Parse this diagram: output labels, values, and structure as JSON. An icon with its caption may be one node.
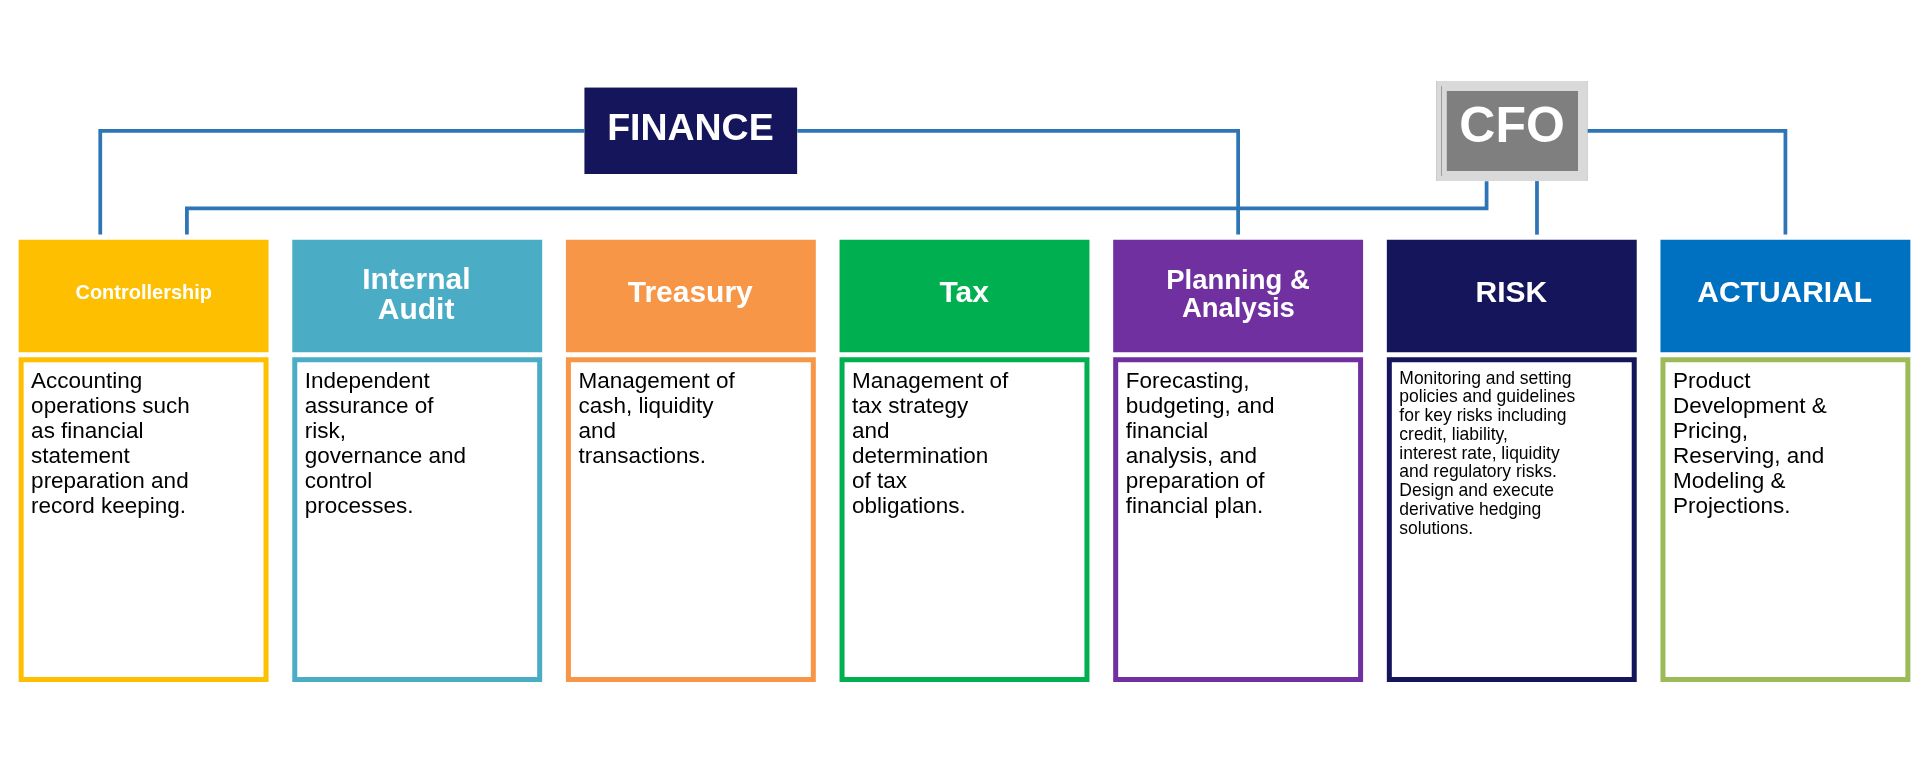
{
  "diagram": {
    "nodes": [
      {
        "text": [
          "CFO"
        ]
      },
      {
        "text": [
          "FINANCE"
        ]
      },
      {
        "text": [
          "Controllership",
          "Accounting operations such as financial statement preparation and record keeping."
        ]
      },
      {
        "text": [
          "Internal Audit",
          "Independent assurance of risk, governance and control processes."
        ]
      },
      {
        "text": [
          "Treasury",
          "Management of cash, liquidity and transactions."
        ]
      },
      {
        "text": [
          "Tax",
          "Management of tax strategy and determination of tax obligations."
        ]
      },
      {
        "text": [
          "Planning & Analysis",
          "Forecasting, budgeting, and financial analysis, and preparation of financial plan."
        ]
      },
      {
        "text": [
          "RISK",
          "Monitoring and setting policies and guidelines for key risks including credit, liability, interest rate, liquidity and regulatory risks. Design and execute derivative hedging solutions."
        ]
      },
      {
        "text": [
          "ACTUARIAL",
          "Product Development & Pricing, Reserving, and Modeling & Projections."
        ]
      }
    ],
    "edges": [
      {
        "from": 0,
        "to": 2,
        "arrow": "none"
      },
      {
        "from": 0,
        "to": 7,
        "arrow": "none"
      },
      {
        "from": 0,
        "to": 8,
        "arrow": "none"
      },
      {
        "from": 1,
        "to": 2,
        "arrow": "none"
      },
      {
        "from": 1,
        "to": 6,
        "arrow": "none"
      }
    ]
  }
}
